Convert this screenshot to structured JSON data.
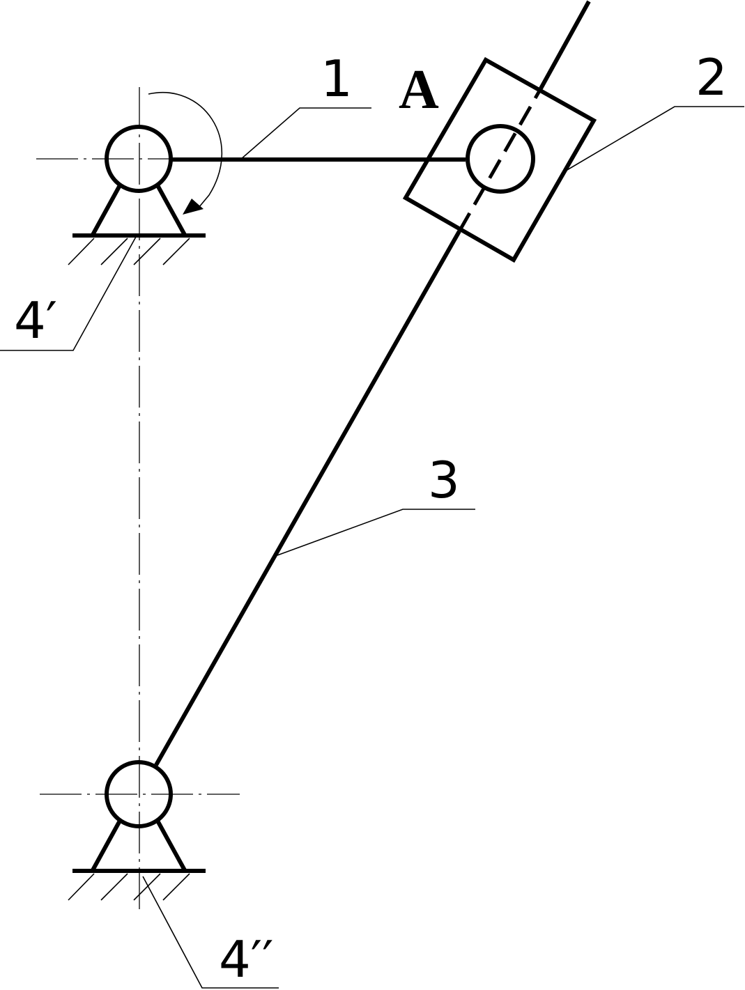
{
  "diagram": {
    "type": "kinematic scheme (rocker-slider mechanism)",
    "labels": {
      "link1": "1",
      "pointA": "A",
      "link2": "2",
      "link3": "3",
      "frame_top": "4′",
      "frame_bottom": "4′′"
    },
    "colors": {
      "stroke": "#000000",
      "background": "#ffffff"
    }
  }
}
